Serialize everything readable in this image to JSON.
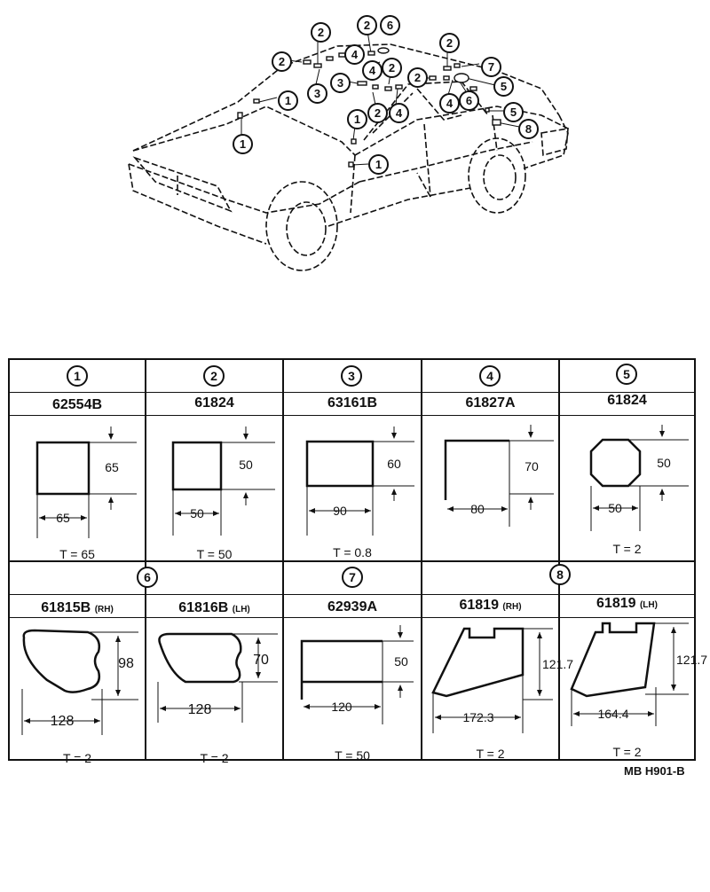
{
  "callouts": [
    "2",
    "2",
    "6",
    "4",
    "4",
    "2",
    "2",
    "3",
    "3",
    "1",
    "2",
    "4",
    "1",
    "1",
    "1",
    "2",
    "2",
    "7",
    "5",
    "4",
    "6",
    "5",
    "8"
  ],
  "parts": [
    {
      "num": "1",
      "part_no": "62554B",
      "side": "",
      "thickness": "T = 65",
      "dims": [
        "65",
        "65"
      ]
    },
    {
      "num": "2",
      "part_no": "61824",
      "side": "",
      "thickness": "T = 50",
      "dims": [
        "50",
        "50"
      ]
    },
    {
      "num": "3",
      "part_no": "63161B",
      "side": "",
      "thickness": "T = 0.8",
      "dims": [
        "60",
        "90"
      ]
    },
    {
      "num": "4",
      "part_no": "61827A",
      "side": "",
      "thickness": "",
      "dims": [
        "70",
        "80"
      ]
    },
    {
      "num": "5",
      "part_no": "61824",
      "side": "",
      "thickness": "T = 2",
      "dims": [
        "50",
        "50"
      ]
    },
    {
      "num": "6",
      "part_no": "61815B",
      "side": "(RH)",
      "thickness": "T = 2",
      "dims": [
        "98",
        "128"
      ]
    },
    {
      "num": "",
      "part_no": "61816B",
      "side": "(LH)",
      "thickness": "T = 2",
      "dims": [
        "70",
        "128"
      ]
    },
    {
      "num": "7",
      "part_no": "62939A",
      "side": "",
      "thickness": "T = 50",
      "dims": [
        "50",
        "120"
      ]
    },
    {
      "num": "8",
      "part_no": "61819",
      "side": "(RH)",
      "thickness": "T = 2",
      "dims": [
        "121.7",
        "172.3"
      ]
    },
    {
      "num": "",
      "part_no": "61819",
      "side": "(LH)",
      "thickness": "T = 2",
      "dims": [
        "121.7",
        "164.4"
      ]
    }
  ],
  "footer": {
    "code": "MB  H901-B"
  }
}
